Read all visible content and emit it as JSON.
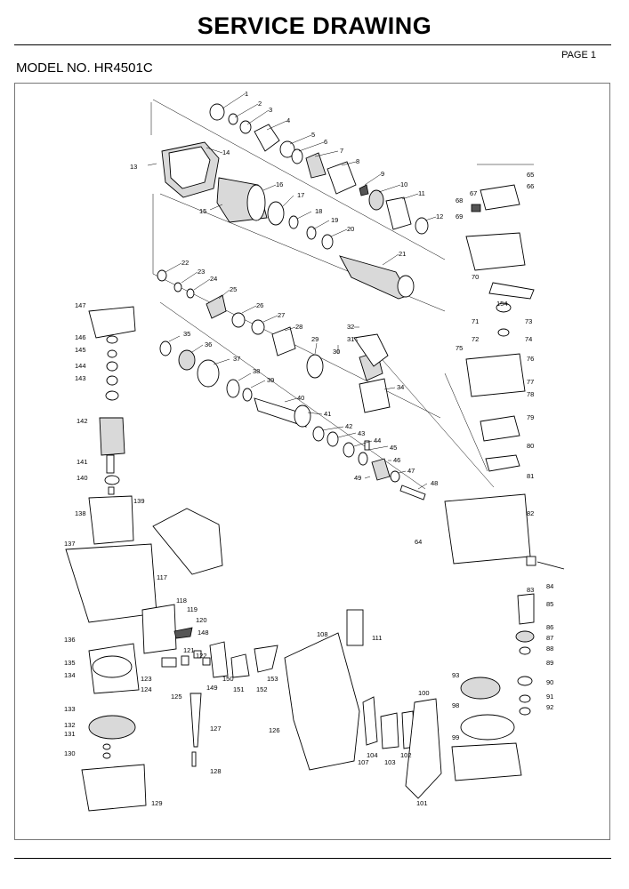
{
  "header": {
    "title": "SERVICE DRAWING",
    "page": "PAGE 1",
    "model": "MODEL NO. HR4501C"
  },
  "diagram": {
    "part_numbers": [
      "1",
      "2",
      "3",
      "4",
      "5",
      "6",
      "7",
      "8",
      "9",
      "10",
      "11",
      "12",
      "13",
      "14",
      "15",
      "16",
      "17",
      "18",
      "19",
      "20",
      "21",
      "22",
      "23",
      "24",
      "25",
      "26",
      "27",
      "28",
      "29",
      "30",
      "31",
      "32",
      "34",
      "35",
      "36",
      "37",
      "38",
      "39",
      "40",
      "41",
      "42",
      "43",
      "44",
      "45",
      "46",
      "47",
      "48",
      "49",
      "64",
      "65",
      "66",
      "67",
      "68",
      "69",
      "70",
      "71",
      "72",
      "73",
      "74",
      "75",
      "76",
      "77",
      "78",
      "79",
      "80",
      "81",
      "82",
      "83",
      "84",
      "85",
      "86",
      "87",
      "88",
      "89",
      "90",
      "91",
      "92",
      "93",
      "98",
      "99",
      "100",
      "101",
      "102",
      "103",
      "104",
      "107",
      "108",
      "111",
      "117",
      "118",
      "119",
      "120",
      "121",
      "122",
      "123",
      "124",
      "125",
      "126",
      "127",
      "128",
      "129",
      "130",
      "131",
      "132",
      "133",
      "134",
      "135",
      "136",
      "137",
      "138",
      "139",
      "140",
      "141",
      "142",
      "143",
      "144",
      "145",
      "146",
      "147",
      "148",
      "149",
      "150",
      "151",
      "152",
      "153",
      "154"
    ]
  }
}
